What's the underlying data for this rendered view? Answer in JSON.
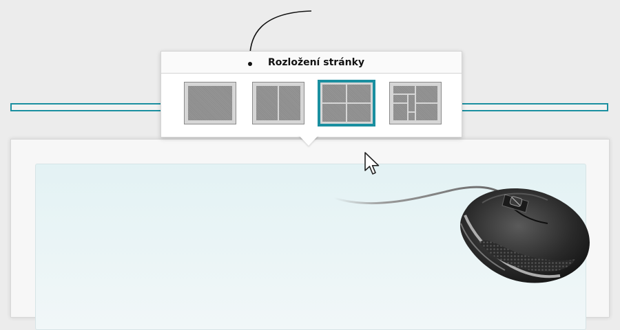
{
  "popup": {
    "title": "Rozložení stránky",
    "selected_index": 2,
    "options": [
      {
        "name": "layout-single",
        "cells": 1
      },
      {
        "name": "layout-two-columns",
        "cells": 2
      },
      {
        "name": "layout-four-grid",
        "cells": 4
      },
      {
        "name": "layout-mosaic",
        "cells": 7
      }
    ]
  },
  "colors": {
    "accent": "#1a8fa0",
    "background": "#ececec",
    "page_content": "#e3f2f4"
  },
  "icons": {
    "cursor": "arrow-cursor-icon",
    "mouse": "computer-mouse-icon"
  }
}
